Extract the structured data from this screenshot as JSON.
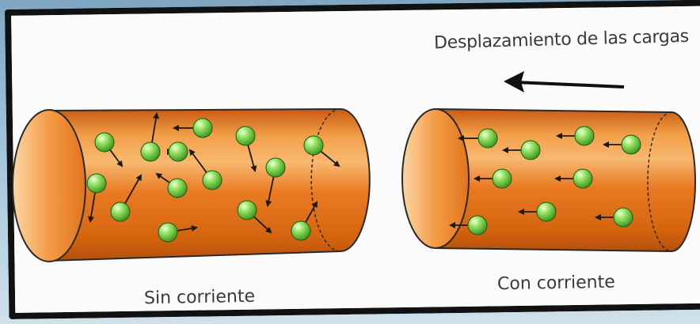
{
  "title": "Desplazamiento de las cargas",
  "labels": {
    "left": "Sin corriente",
    "right": "Con corriente"
  },
  "colors": {
    "conductor": "#e8741a",
    "conductor_light": "#f7b160",
    "charge": "#7bd84a",
    "arrow": "#1a1a1a"
  },
  "icons": {
    "direction_arrow": "left-arrow-icon",
    "charge": "charge-sphere-icon"
  }
}
